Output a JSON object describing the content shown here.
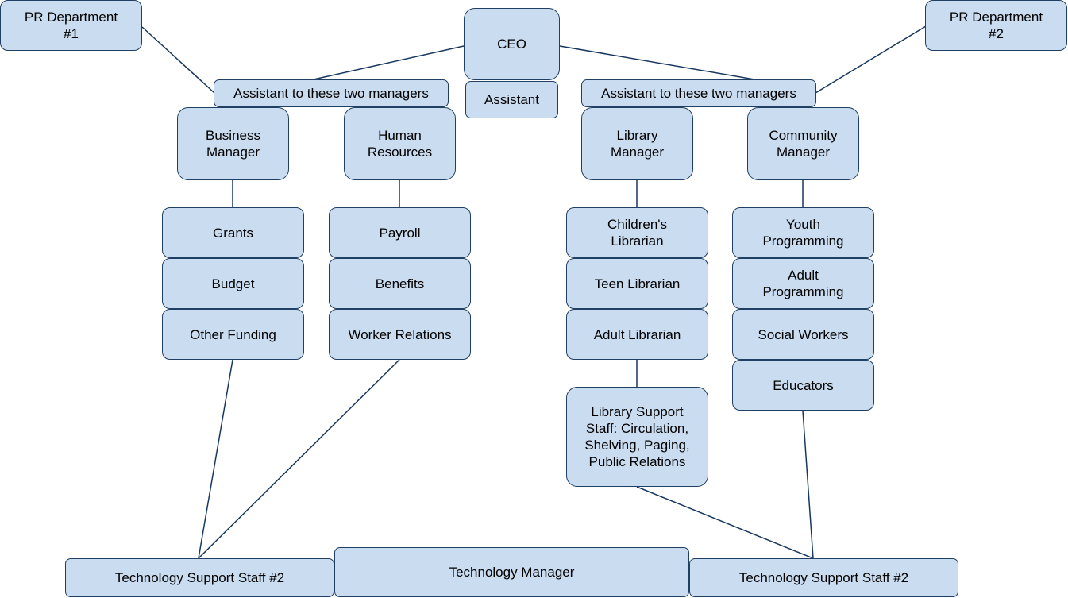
{
  "colors": {
    "node_fill": "#c9dcf0",
    "node_border": "#1f3f63",
    "connector": "#17375e"
  },
  "nodes": {
    "pr_department_1": "PR Department\n#1",
    "pr_department_2": "PR Department\n#2",
    "ceo": "CEO",
    "assistant": "Assistant",
    "assistant_left": "Assistant to these two managers",
    "assistant_right": "Assistant to these two managers",
    "business_manager": "Business\nManager",
    "human_resources": "Human\nResources",
    "library_manager": "Library\nManager",
    "community_manager": "Community\nManager",
    "grants": "Grants",
    "budget": "Budget",
    "other_funding": "Other Funding",
    "payroll": "Payroll",
    "benefits": "Benefits",
    "worker_relations": "Worker Relations",
    "childrens_librarian": "Children's\nLibrarian",
    "teen_librarian": "Teen Librarian",
    "adult_librarian": "Adult Librarian",
    "library_support_staff": "Library Support\nStaff: Circulation,\nShelving, Paging,\nPublic Relations",
    "youth_programming": "Youth\nProgramming",
    "adult_programming": "Adult\nProgramming",
    "social_workers": "Social Workers",
    "educators": "Educators",
    "tech_support_left": "Technology Support Staff #2",
    "technology_manager": "Technology Manager",
    "tech_support_right": "Technology Support Staff #2"
  }
}
